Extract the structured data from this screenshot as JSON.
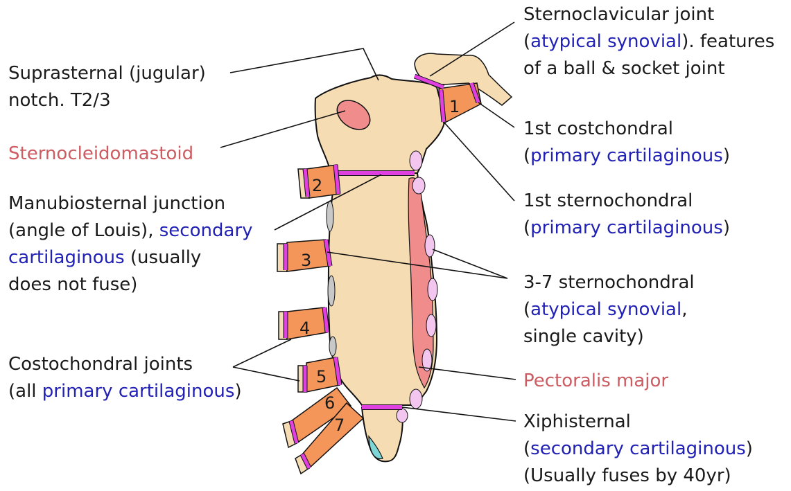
{
  "colors": {
    "bone": "#f5dcb3",
    "outline": "#111111",
    "cartilage": "#f4955a",
    "joint": "#e040e0",
    "muscle": "#f08c8c",
    "synovial": "#f2c6ee",
    "xiphoid_tip": "#7fd6d6",
    "gap": "#c8c8c8",
    "label_blue": "#2121b5",
    "label_red": "#cc5c61"
  },
  "rib_numbers": [
    "1",
    "2",
    "3",
    "4",
    "5",
    "6",
    "7"
  ],
  "labels": {
    "suprasternal": {
      "line1": "Suprasternal (jugular)",
      "line2": "notch. T2/3"
    },
    "sternocleidomastoid": {
      "text": "Sternocleidomastoid"
    },
    "manubriosternal": {
      "line1": "Manubiosternal junction",
      "line2_a": "(angle of Louis), ",
      "line2_b": "secondary",
      "line3_a": "cartilaginous",
      "line3_b": " (usually",
      "line4": "does not fuse)"
    },
    "costochondral": {
      "line1": "Costochondral joints",
      "line2_a": "(all ",
      "line2_b": "primary cartilaginous",
      "line2_c": ")"
    },
    "sternoclavicular": {
      "line1": "Sternoclavicular joint",
      "line2_a": "(",
      "line2_b": "atypical synovial",
      "line2_c": "). features",
      "line3": "of a ball & socket joint"
    },
    "first_costchondral": {
      "line1": "1st costchondral",
      "line2_a": "(",
      "line2_b": "primary cartilaginous",
      "line2_c": ")"
    },
    "first_sternochondral": {
      "line1": "1st sternochondral",
      "line2_a": "(",
      "line2_b": "primary cartilaginous",
      "line2_c": ")"
    },
    "sternochondral_3_7": {
      "line1": "3-7 sternochondral",
      "line2_a": "(",
      "line2_b": "atypical synovial",
      "line2_c": ",",
      "line3": "single cavity)"
    },
    "pectoralis": {
      "text": "Pectoralis major"
    },
    "xiphisternal": {
      "line1": "Xiphisternal",
      "line2_a": "(",
      "line2_b": "secondary cartilaginous",
      "line2_c": ")",
      "line3": "(Usually fuses by 40yr)"
    }
  }
}
